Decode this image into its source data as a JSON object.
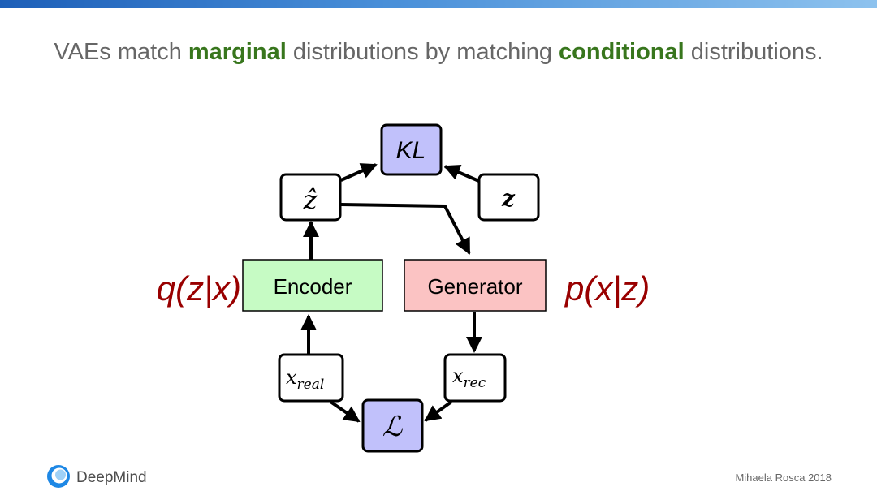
{
  "slide": {
    "title_part1": "VAEs match ",
    "title_hl1": "marginal",
    "title_part2": " distributions by matching ",
    "title_hl2": "conditional",
    "title_part3": " distributions."
  },
  "diagram": {
    "nodes": {
      "kl": "KL",
      "z_hat": "ẑ",
      "z": "z",
      "encoder": "Encoder",
      "generator": "Generator",
      "x_real": "x",
      "x_real_sub": "real",
      "x_rec": "x",
      "x_rec_sub": "rec",
      "loss": "ℒ"
    },
    "labels": {
      "q": "q(z|x)",
      "p": "p(x|z)"
    },
    "colors": {
      "encoder": "#c6fbc4",
      "generator": "#fbc3c3",
      "kl_loss": "#c1c1fb",
      "math_label": "#990000"
    }
  },
  "footer": {
    "brand": "DeepMind",
    "credit": "Mihaela Rosca 2018"
  }
}
